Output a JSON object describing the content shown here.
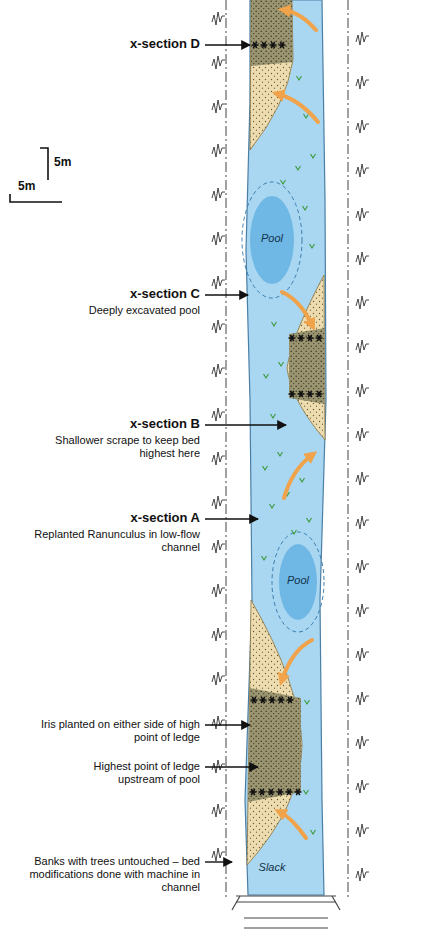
{
  "diagram": {
    "labels": [
      "x-section D",
      "5m",
      "5m",
      "Pool",
      "x-section C",
      "Deeply excavated pool",
      "x-section B",
      "Shallower scrape to keep bed highest here",
      "x-section A",
      "Replanted Ranunculus in low-flow channel",
      "Pool",
      "Iris planted on either side of high point of ledge",
      "Highest point of ledge upstream of pool",
      "Banks with trees untouched – bed modifications done with machine in channel",
      "Slack"
    ]
  }
}
